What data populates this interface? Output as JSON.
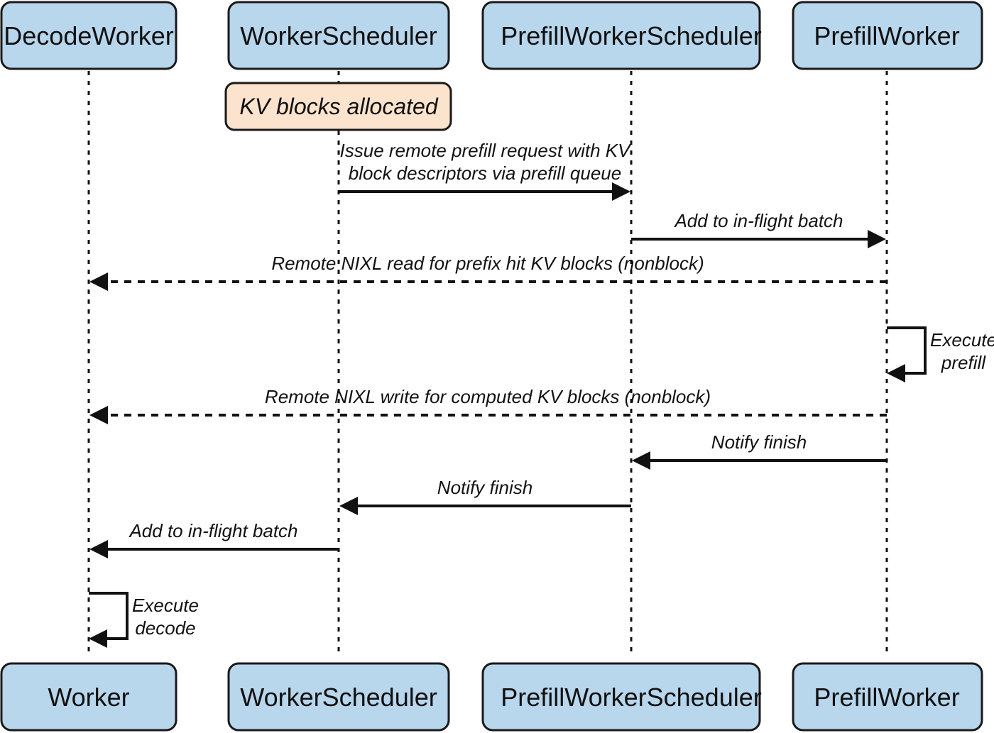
{
  "top_actors": [
    {
      "id": "decode",
      "label": "DecodeWorker"
    },
    {
      "id": "sched",
      "label": "WorkerScheduler"
    },
    {
      "id": "pfsched",
      "label": "PrefillWorkerScheduler"
    },
    {
      "id": "pfworker",
      "label": "PrefillWorker"
    }
  ],
  "bottom_actors": [
    {
      "id": "decode",
      "label": "Worker"
    },
    {
      "id": "sched",
      "label": "WorkerScheduler"
    },
    {
      "id": "pfsched",
      "label": "PrefillWorkerScheduler"
    },
    {
      "id": "pfworker",
      "label": "PrefillWorker"
    }
  ],
  "note": {
    "actor": "sched",
    "label": "KV blocks allocated"
  },
  "messages": [
    {
      "from": "sched",
      "to": "pfsched",
      "style": "solid",
      "lines": [
        "Issue remote prefill request with KV",
        "block descriptors via prefill queue"
      ]
    },
    {
      "from": "pfsched",
      "to": "pfworker",
      "style": "solid",
      "lines": [
        "Add to in-flight batch"
      ]
    },
    {
      "from": "pfworker",
      "to": "decode",
      "style": "dashed",
      "lines": [
        "Remote NIXL read for prefix hit KV blocks (nonblock)"
      ]
    },
    {
      "from": "pfworker",
      "to": "pfworker",
      "style": "self",
      "lines": [
        "Execute",
        "prefill"
      ]
    },
    {
      "from": "pfworker",
      "to": "decode",
      "style": "dashed",
      "lines": [
        "Remote NIXL write for computed KV blocks (nonblock)"
      ]
    },
    {
      "from": "pfworker",
      "to": "pfsched",
      "style": "solid",
      "lines": [
        "Notify finish"
      ]
    },
    {
      "from": "pfsched",
      "to": "sched",
      "style": "solid",
      "lines": [
        "Notify finish"
      ]
    },
    {
      "from": "sched",
      "to": "decode",
      "style": "solid",
      "lines": [
        "Add to in-flight batch"
      ]
    },
    {
      "from": "decode",
      "to": "decode",
      "style": "self",
      "lines": [
        "Execute",
        "decode"
      ]
    }
  ]
}
